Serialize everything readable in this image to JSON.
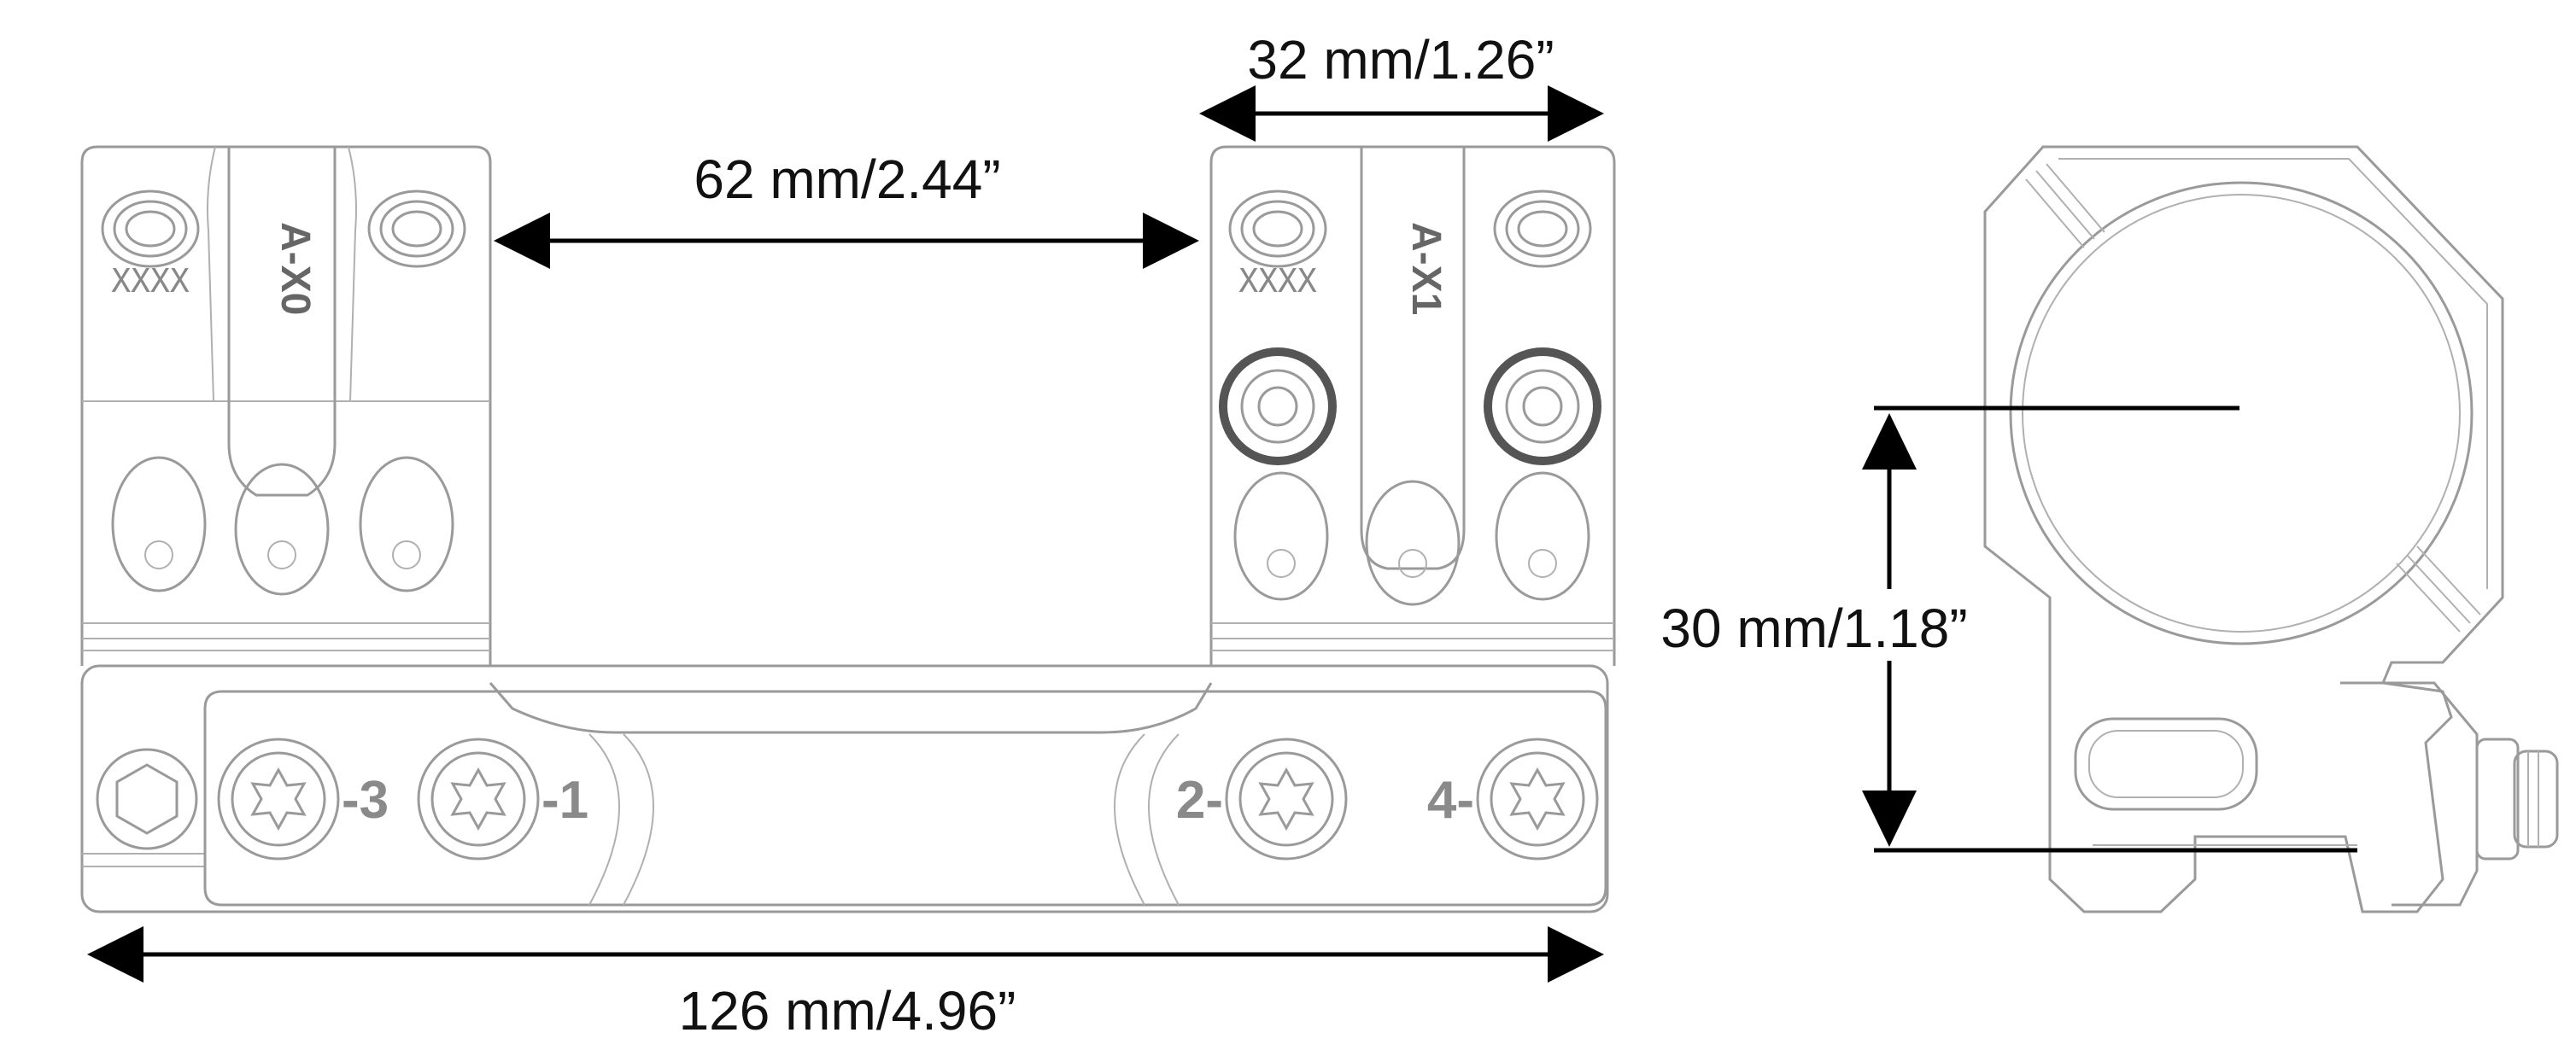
{
  "dimensions": {
    "ring_width": "32 mm/1.26”",
    "ring_spacing": "62 mm/2.44”",
    "overall_length": "126 mm/4.96”",
    "center_height": "30 mm/1.18”"
  },
  "ring_labels": {
    "left": "A-X0",
    "right": "A-X1",
    "left_code": "XXXX",
    "right_code": "XXXX"
  },
  "screw_numbers": [
    "-3",
    "-1",
    "2-",
    "4-"
  ],
  "colors": {
    "line_art": "#9a9a9a",
    "dimension_lines": "#000000",
    "text": "#111111"
  }
}
